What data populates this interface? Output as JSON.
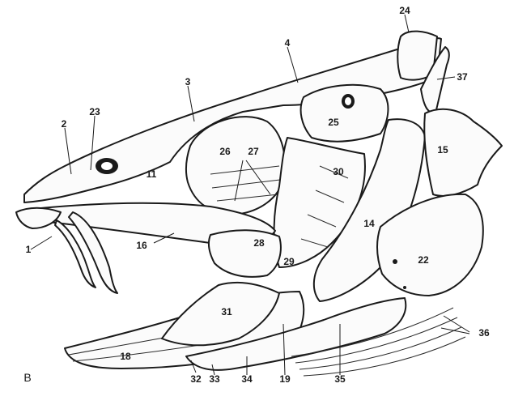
{
  "figure": {
    "panel_label": "B",
    "labels": [
      "1",
      "2",
      "3",
      "4",
      "11",
      "14",
      "15",
      "16",
      "18",
      "19",
      "22",
      "23",
      "24",
      "25",
      "26",
      "27",
      "28",
      "29",
      "30",
      "31",
      "32",
      "33",
      "34",
      "35",
      "36",
      "37"
    ]
  }
}
